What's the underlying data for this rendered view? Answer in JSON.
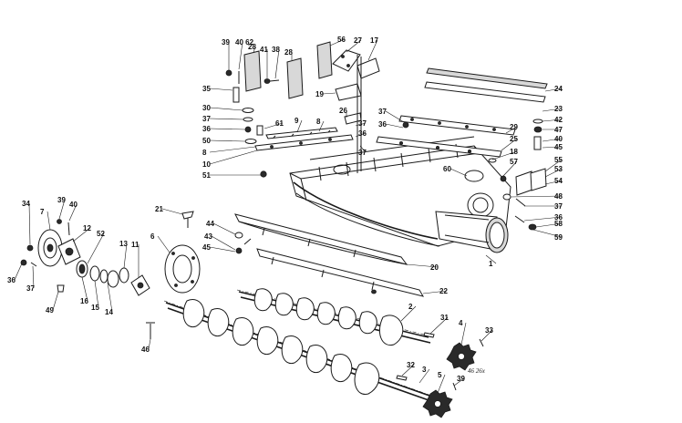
{
  "labels": [
    {
      "id": "39a",
      "text": "39"
    },
    {
      "id": "40_62",
      "text": "40 62"
    },
    {
      "id": "28a",
      "text": "28"
    },
    {
      "id": "41",
      "text": "41"
    },
    {
      "id": "38",
      "text": "38"
    },
    {
      "id": "28b",
      "text": "28"
    },
    {
      "id": "56",
      "text": "56"
    },
    {
      "id": "27",
      "text": "27"
    },
    {
      "id": "17",
      "text": "17"
    },
    {
      "id": "35",
      "text": "35"
    },
    {
      "id": "19",
      "text": "19"
    },
    {
      "id": "24",
      "text": "24"
    },
    {
      "id": "30",
      "text": "30"
    },
    {
      "id": "37a",
      "text": "37"
    },
    {
      "id": "61",
      "text": "61"
    },
    {
      "id": "26",
      "text": "26"
    },
    {
      "id": "37b",
      "text": "37"
    },
    {
      "id": "23",
      "text": "23"
    },
    {
      "id": "36a",
      "text": "36"
    },
    {
      "id": "9",
      "text": "9"
    },
    {
      "id": "8a",
      "text": "8"
    },
    {
      "id": "37c",
      "text": "37"
    },
    {
      "id": "36b",
      "text": "36"
    },
    {
      "id": "42",
      "text": "42"
    },
    {
      "id": "37d",
      "text": "37"
    },
    {
      "id": "50",
      "text": "50"
    },
    {
      "id": "36c",
      "text": "36"
    },
    {
      "id": "47",
      "text": "47"
    },
    {
      "id": "29",
      "text": "29"
    },
    {
      "id": "40a",
      "text": "40"
    },
    {
      "id": "8b",
      "text": "8"
    },
    {
      "id": "25",
      "text": "25"
    },
    {
      "id": "45a",
      "text": "45"
    },
    {
      "id": "10",
      "text": "10"
    },
    {
      "id": "57",
      "text": "57"
    },
    {
      "id": "18",
      "text": "18"
    },
    {
      "id": "55",
      "text": "55"
    },
    {
      "id": "60",
      "text": "60"
    },
    {
      "id": "53",
      "text": "53"
    },
    {
      "id": "51",
      "text": "51"
    },
    {
      "id": "54",
      "text": "54"
    },
    {
      "id": "48",
      "text": "48"
    },
    {
      "id": "34",
      "text": "34"
    },
    {
      "id": "39b",
      "text": "39"
    },
    {
      "id": "40b",
      "text": "40"
    },
    {
      "id": "21",
      "text": "21"
    },
    {
      "id": "37e",
      "text": "37"
    },
    {
      "id": "7",
      "text": "7"
    },
    {
      "id": "12",
      "text": "12"
    },
    {
      "id": "52",
      "text": "52"
    },
    {
      "id": "36d",
      "text": "36"
    },
    {
      "id": "44",
      "text": "44"
    },
    {
      "id": "58",
      "text": "58"
    },
    {
      "id": "43",
      "text": "43"
    },
    {
      "id": "59",
      "text": "59"
    },
    {
      "id": "6",
      "text": "6"
    },
    {
      "id": "13",
      "text": "13"
    },
    {
      "id": "11",
      "text": "11"
    },
    {
      "id": "45b",
      "text": "45"
    },
    {
      "id": "1",
      "text": "1"
    },
    {
      "id": "20",
      "text": "20"
    },
    {
      "id": "36e",
      "text": "36"
    },
    {
      "id": "37f",
      "text": "37"
    },
    {
      "id": "16",
      "text": "16"
    },
    {
      "id": "15",
      "text": "15"
    },
    {
      "id": "14",
      "text": "14"
    },
    {
      "id": "22",
      "text": "22"
    },
    {
      "id": "49",
      "text": "49"
    },
    {
      "id": "2",
      "text": "2"
    },
    {
      "id": "31",
      "text": "31"
    },
    {
      "id": "4",
      "text": "4"
    },
    {
      "id": "33",
      "text": "33"
    },
    {
      "id": "46",
      "text": "46"
    },
    {
      "id": "32",
      "text": "32"
    },
    {
      "id": "3",
      "text": "3"
    },
    {
      "id": "5",
      "text": "5"
    },
    {
      "id": "39c",
      "text": "39"
    }
  ],
  "handwritten_note": "46 26x"
}
